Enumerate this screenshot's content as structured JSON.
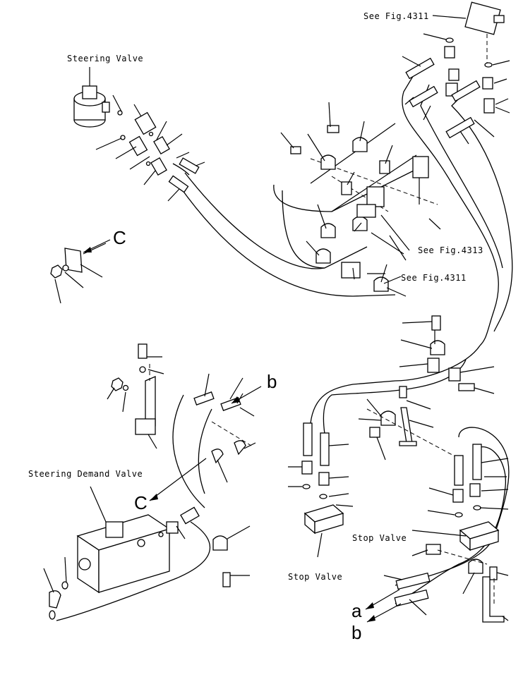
{
  "labels": {
    "steering_valve": "Steering Valve",
    "see_fig_4311_top": "See Fig.4311",
    "see_fig_4313": "See Fig.4313",
    "see_fig_4311_mid": "See Fig.4311",
    "steering_demand_valve": "Steering Demand Valve",
    "stop_valve_left": "Stop Valve",
    "stop_valve_right": "Stop Valve"
  },
  "callout_letters": {
    "c_top": "C",
    "c_bottom": "C",
    "b_top": "b",
    "a_bottom": "a",
    "b_bottom": "b"
  }
}
